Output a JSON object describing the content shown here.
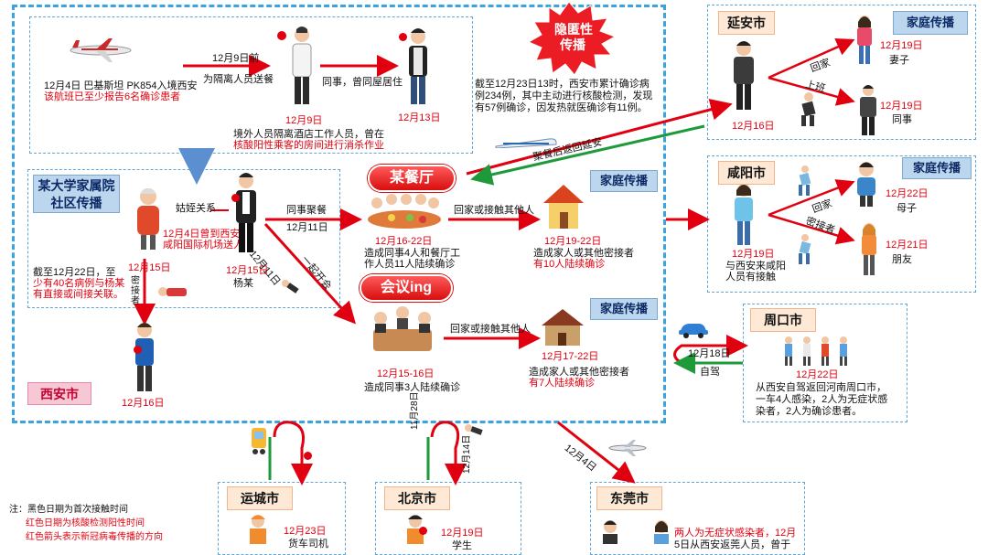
{
  "labels": {
    "xian": "西安市",
    "yanan": "延安市",
    "xianyang": "咸阳市",
    "zhoukou": "周口市",
    "yuncheng": "运城市",
    "beijing": "北京市",
    "dongguan": "东莞市",
    "family_spread": "家庭传播",
    "campus_title_1": "某大学家属院",
    "campus_title_2": "社区传播",
    "restaurant": "某餐厅",
    "meeting": "会议ing",
    "hidden_1": "隐匿性",
    "hidden_2": "传播"
  },
  "flight": {
    "line1": "12月4日 巴基斯坦 PK854入境西安",
    "line2": "该航班已至少报告6名确诊患者",
    "date_before": "12月9日前",
    "deliver": "为隔离人员送餐",
    "colleague": "同事，曾同屋居住",
    "worker_date": "12月9日",
    "worker_desc_1": "境外人员隔离酒店工作人员，曾在",
    "worker_desc_2": "核酸阳性乘客的房间进行消杀作业",
    "colleague_date": "12月13日"
  },
  "hidden": {
    "line1": "截至12月23日13时，西安市累计确诊病",
    "line2": "例234例，其中主动进行核酸检测，发现",
    "line3": "有57例确诊，因发热就医确诊有11例。"
  },
  "campus": {
    "relation": "姑姪关系",
    "note_1": "12月4日曾到西安",
    "note_2": "咸阳国际机场送人",
    "yang_date": "12月15日",
    "yang_name": "杨某",
    "aunt_date": "12月15日",
    "summary_1": "截至12月22日，至",
    "summary_2": "少有40名病例与杨某",
    "summary_3": "有直接或间接关联。",
    "close_contact": "密接者",
    "bottom_date": "12月16日"
  },
  "restaurant": {
    "edge1": "同事聚餐",
    "edge1_date": "12月11日",
    "date": "12月16-22日",
    "desc_1": "造成同事4人和餐厅工",
    "desc_2": "作人员11人陆续确诊",
    "edge_home": "回家或接触其他人",
    "family_date": "12月19-22日",
    "family_desc_1": "造成家人或其他密接者",
    "family_desc_2": "有10人陆续确诊"
  },
  "meeting": {
    "edge_date": "12月11日",
    "edge_label": "一起开会",
    "date": "12月15-16日",
    "desc": "造成同事3人陆续确诊",
    "edge_home": "回家或接触其他人",
    "family_date": "12月17-22日",
    "family_desc_1": "造成家人或其他密接者",
    "family_desc_2": "有7人陆续确诊"
  },
  "train": {
    "label": "聚餐后返回延安"
  },
  "yanan": {
    "date": "12月16日",
    "home": "回家",
    "work": "上班",
    "wife_date": "12月19日",
    "wife": "妻子",
    "coworker_date": "12月19日",
    "coworker": "同事"
  },
  "xianyang": {
    "date": "12月19日",
    "desc_1": "与西安来咸阳",
    "desc_2": "人员有接触",
    "home": "回家",
    "contact": "密接者",
    "mother_son_date": "12月22日",
    "mother_son": "母子",
    "friend_date": "12月21日",
    "friend": "朋友"
  },
  "zhoukou": {
    "arrow_date": "12月18日",
    "arrow_label": "自驾",
    "date": "12月22日",
    "desc_1": "从西安自驾返回河南周口市，",
    "desc_2": "一车4人感染，2人为无症状感",
    "desc_3": "染者，2人为确诊患者。"
  },
  "routes": {
    "beijing_date_1": "11月28日",
    "beijing_date_2": "12月14日",
    "dongguan_date": "12月4日"
  },
  "yuncheng": {
    "date": "12月23日",
    "desc": "货车司机"
  },
  "beijing": {
    "date": "12月19日",
    "desc": "学生"
  },
  "dongguan": {
    "line1": "两人为无症状感染者，12月",
    "line2": "5日从西安返莞人员，曾于"
  },
  "notes": {
    "line1": "注：黑色日期为首次接触时间",
    "line2": "红色日期为核酸检测阳性时间",
    "line3": "红色箭头表示新冠病毒传播的方向"
  },
  "colors": {
    "red": "#e1000f",
    "green": "#1f9a3b",
    "blue_frame": "#3aa3e0",
    "title_blue": "#bcd6ee"
  }
}
